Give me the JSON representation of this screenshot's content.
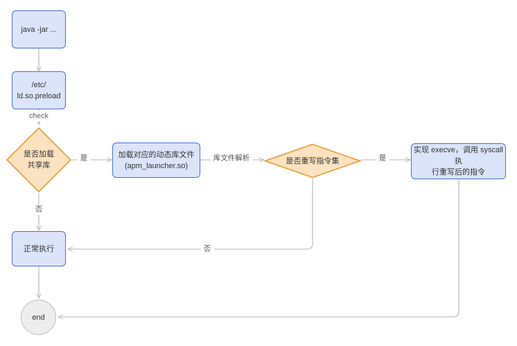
{
  "diagram": {
    "title": "java -jar ld.so.preload injection flow",
    "colors": {
      "process_fill": "#dbe4f8",
      "process_stroke": "#4a6fd4",
      "decision_fill": "#fbe2c0",
      "decision_stroke": "#e79b38",
      "terminal_fill": "#ededed",
      "terminal_stroke": "#bcbcbc",
      "edge_stroke": "#b5b5b5",
      "text": "#333333",
      "label_text": "#555555",
      "background": "#ffffff"
    },
    "nodes": [
      {
        "id": "start",
        "type": "process",
        "label": "java -jar ..."
      },
      {
        "id": "preload",
        "type": "process",
        "label": "/etc/\nld.so.preload"
      },
      {
        "id": "d1",
        "type": "decision",
        "label": "是否加载\n共享库"
      },
      {
        "id": "loadlib",
        "type": "process",
        "label": "加载对应的动态库文件\n(apm_launcher.so)"
      },
      {
        "id": "d2",
        "type": "decision",
        "label": "是否重写指令集"
      },
      {
        "id": "execve",
        "type": "process",
        "label": "实现 execve，调用 syscall 执\n行重写后的指令"
      },
      {
        "id": "normal",
        "type": "process",
        "label": "正常执行"
      },
      {
        "id": "end",
        "type": "terminal",
        "label": "end"
      }
    ],
    "edges": [
      {
        "id": "e1",
        "from": "start",
        "to": "preload",
        "label": ""
      },
      {
        "id": "e2",
        "from": "preload",
        "to": "d1",
        "label": "check"
      },
      {
        "id": "e3",
        "from": "d1",
        "to": "loadlib",
        "label": "是"
      },
      {
        "id": "e4",
        "from": "d1",
        "to": "normal",
        "label": "否"
      },
      {
        "id": "e5",
        "from": "loadlib",
        "to": "d2",
        "label": "库文件解析"
      },
      {
        "id": "e6",
        "from": "d2",
        "to": "execve",
        "label": "是"
      },
      {
        "id": "e7",
        "from": "d2",
        "to": "normal",
        "label": "否"
      },
      {
        "id": "e8",
        "from": "normal",
        "to": "end",
        "label": ""
      },
      {
        "id": "e9",
        "from": "execve",
        "to": "end",
        "label": ""
      }
    ],
    "edge_labels": {
      "check": "check",
      "yes_1": "是",
      "no_1": "否",
      "parse": "库文件解析",
      "yes_2": "是",
      "no_2": "否"
    }
  }
}
